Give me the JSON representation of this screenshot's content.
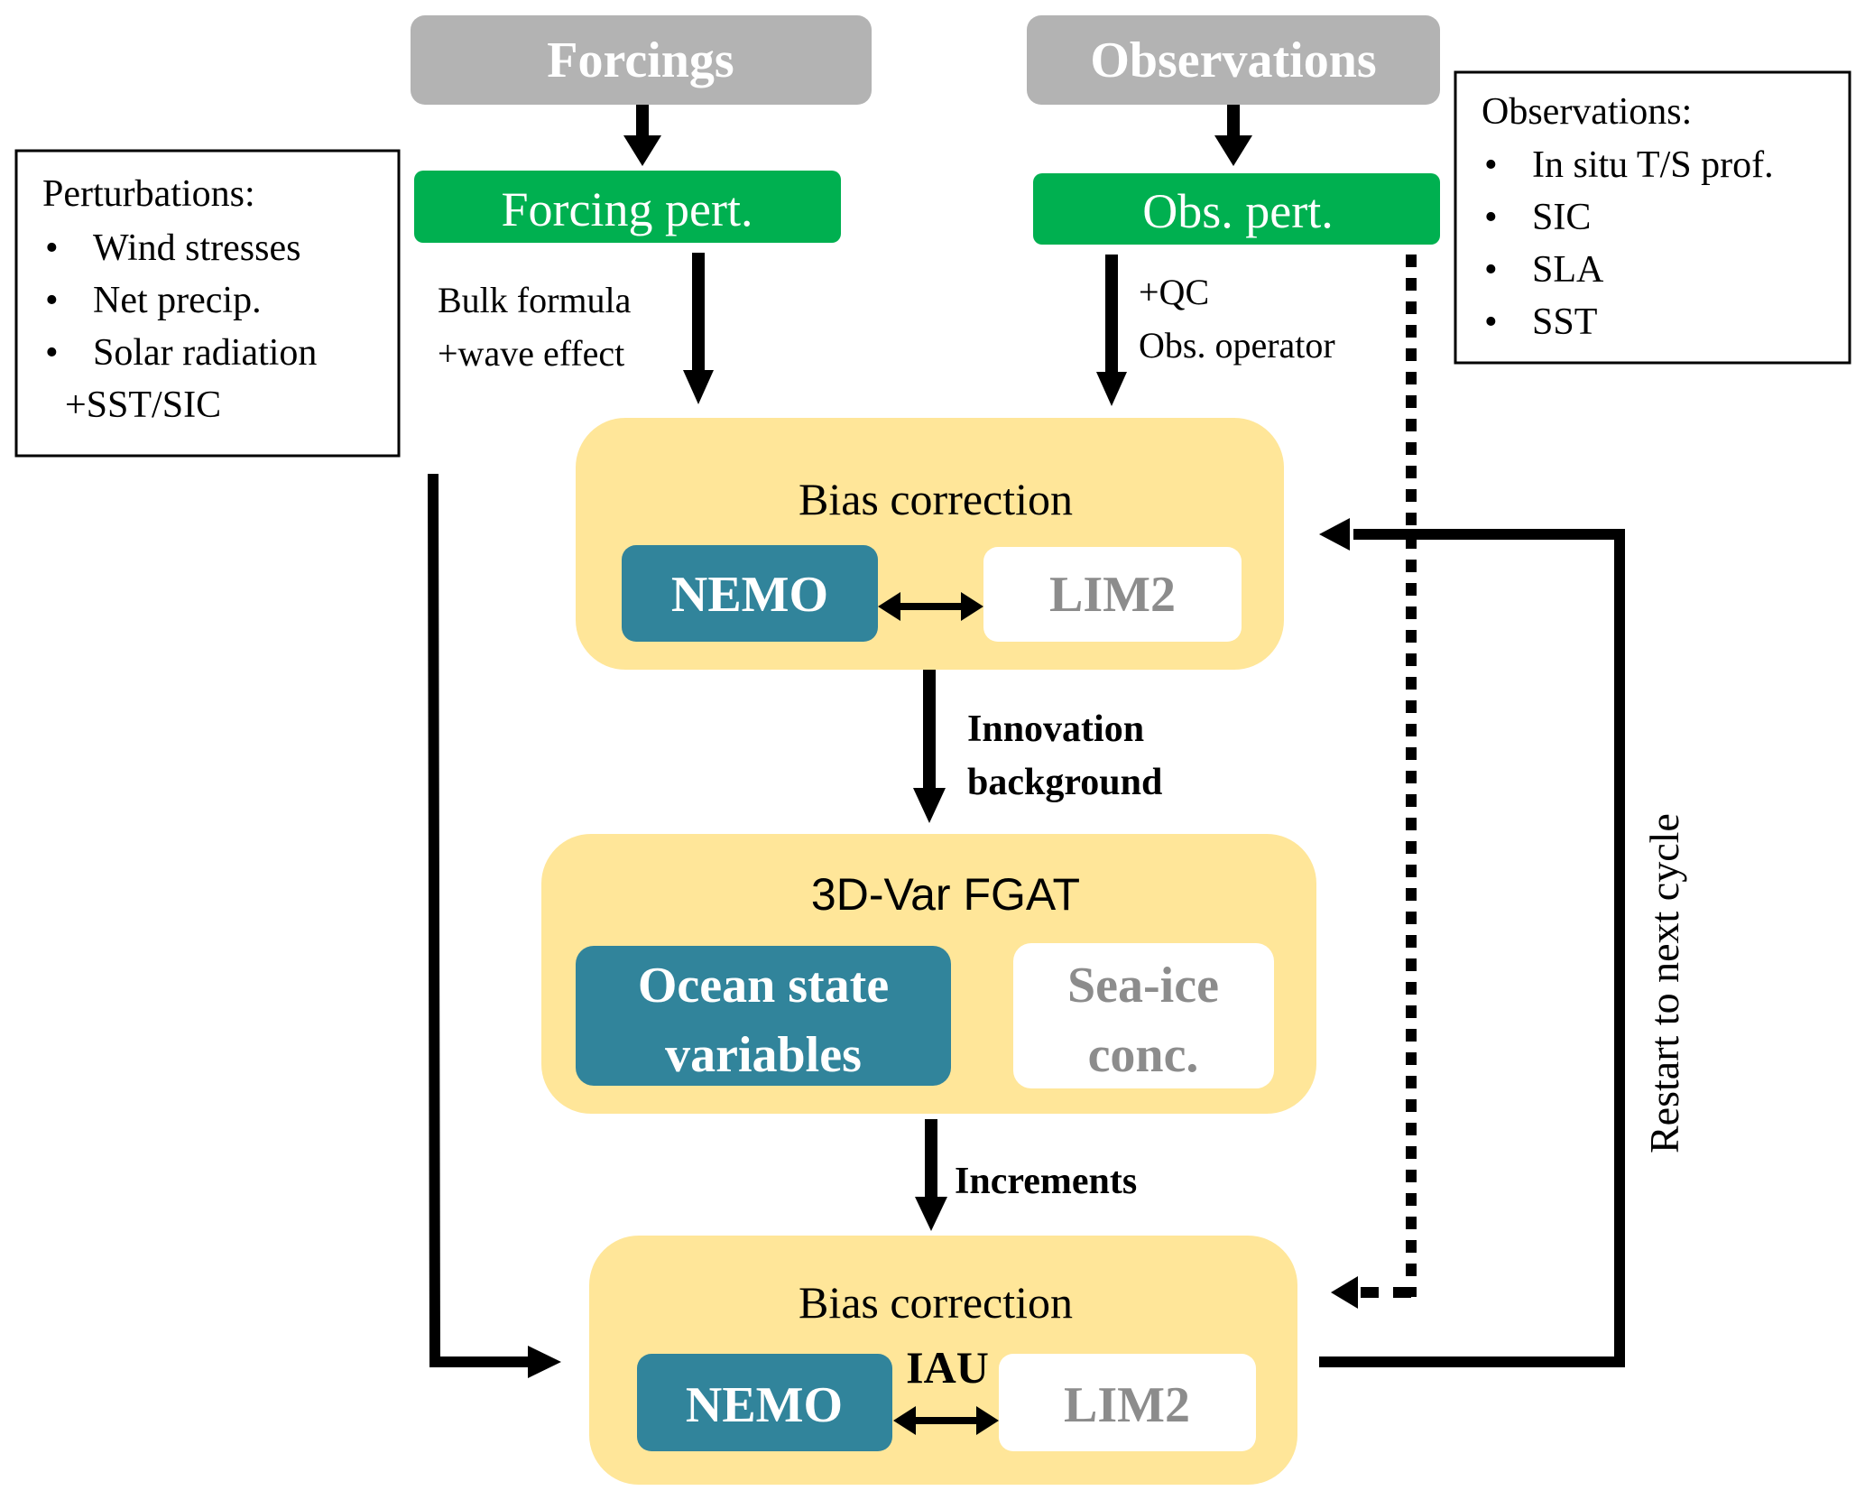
{
  "colors": {
    "source_box": "#b3b3b3",
    "perturbation_box": "#00b050",
    "process_box": "#ffe699",
    "ocean_model_box": "#31849b",
    "sea_ice_box": "#ffffff",
    "sea_ice_text": "#8c8c8c"
  },
  "sources": {
    "forcings": "Forcings",
    "observations": "Observations"
  },
  "perturbations": {
    "forcing": "Forcing pert.",
    "obs": "Obs. pert."
  },
  "perturbations_legend": {
    "title": "Perturbations:",
    "items": [
      "Wind stresses",
      "Net precip.",
      "Solar radiation"
    ],
    "extra": "+SST/SIC"
  },
  "observations_legend": {
    "title": "Observations:",
    "items": [
      "In situ T/S prof.",
      "SIC",
      "SLA",
      "SST"
    ]
  },
  "edge_labels": {
    "forcing_line1": "Bulk formula",
    "forcing_line2": "+wave effect",
    "obs_line1": "+QC",
    "obs_line2": "Obs. operator",
    "innovation_line1": "Innovation",
    "innovation_line2": "background",
    "increments": "Increments",
    "restart": "Restart to next cycle"
  },
  "stage1": {
    "title": "Bias correction",
    "ocean": "NEMO",
    "ice": "LIM2"
  },
  "stage2": {
    "title": "3D-Var FGAT",
    "ocean_line1": "Ocean state",
    "ocean_line2": "variables",
    "ice_line1": "Sea-ice",
    "ice_line2": "conc."
  },
  "stage3": {
    "title": "Bias correction",
    "method": "IAU",
    "ocean": "NEMO",
    "ice": "LIM2"
  },
  "bullet": "•"
}
